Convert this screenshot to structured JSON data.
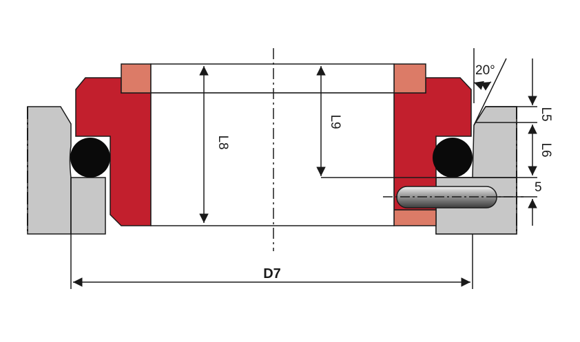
{
  "labels": {
    "angle": "20°",
    "L5": "L5",
    "L6": "L6",
    "L8": "L8",
    "L9": "L9",
    "dim5": "5",
    "D7": "D7"
  },
  "colors": {
    "seal_red": "#c21f2d",
    "backup_ring": "#dc7b67",
    "housing_gray": "#c7c7c7",
    "oring_black": "#0a0a0a",
    "line": "#1a1a1a"
  }
}
